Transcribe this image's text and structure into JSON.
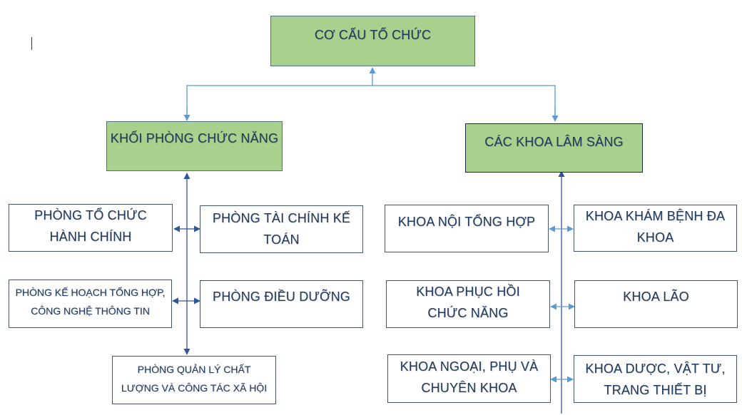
{
  "root": {
    "label": "CƠ CẤU TỔ CHỨC"
  },
  "left_group": {
    "title": "KHỐI PHÒNG CHỨC NĂNG",
    "units": [
      "PHÒNG TỔ CHỨC HÀNH CHÍNH",
      "PHÒNG TÀI CHÍNH KẾ TOÁN",
      "PHÒNG KẾ HOẠCH TỔNG HỢP, CÔNG NGHỆ THÔNG TIN",
      "PHÒNG ĐIỀU DƯỠNG",
      "PHÒNG QUẢN LÝ CHẤT LƯỢNG VÀ CÔNG TÁC XÃ HỘI"
    ]
  },
  "right_group": {
    "title": "CÁC KHOA LÂM SÀNG",
    "units": [
      "KHOA NỘI TỔNG HỢP",
      "KHOA KHÁM BỆNH ĐA KHOA",
      "KHOA PHỤC HỒI CHỨC NĂNG",
      "KHOA LÃO",
      "KHOA NGOẠI, PHỤ VÀ CHUYÊN KHOA",
      "KHOA DƯỢC, VẬT TƯ, TRANG THIẾT BỊ"
    ]
  },
  "colors": {
    "header_fill": "#A9D18E",
    "text": "#1F3A5F",
    "connector": "#5B9BD5",
    "spine": "#2F5597"
  }
}
